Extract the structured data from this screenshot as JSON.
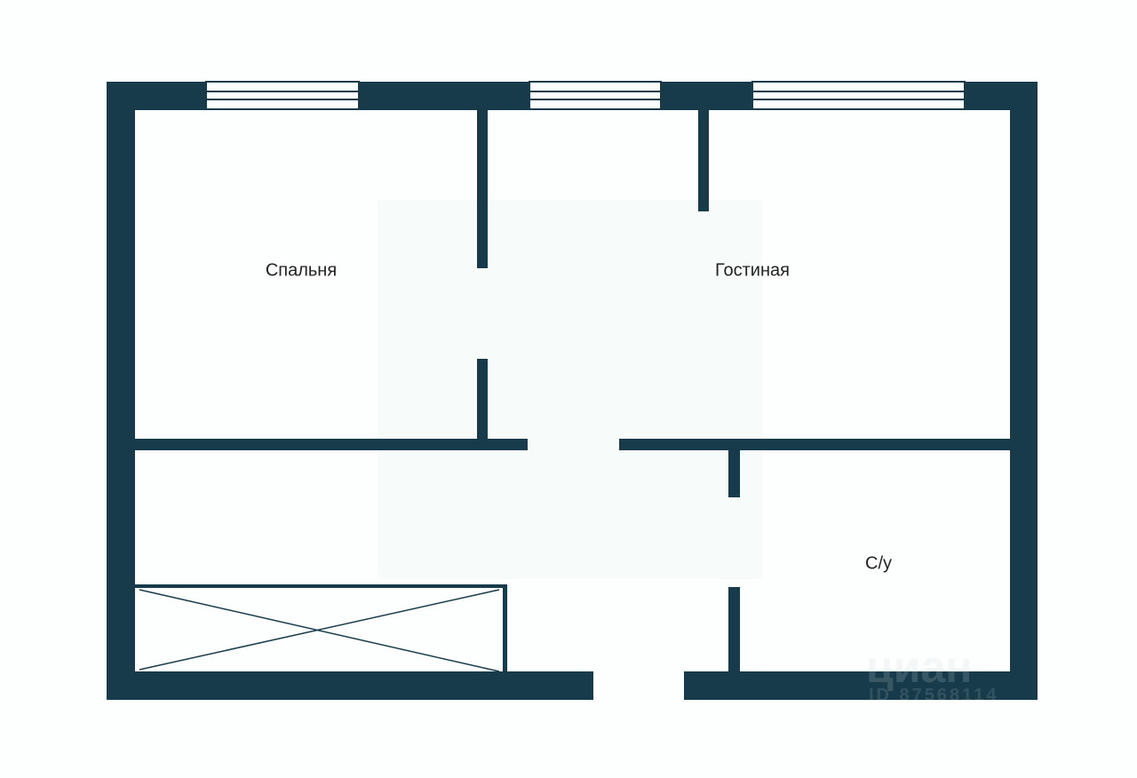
{
  "rooms": {
    "bedroom": "Спальня",
    "living_room": "Гостиная",
    "bathroom": "С/у"
  },
  "watermark": {
    "brand": "циан",
    "id": "ID 87568114"
  },
  "colors": {
    "wall": "#183b4b",
    "background": "#fdfefe"
  }
}
